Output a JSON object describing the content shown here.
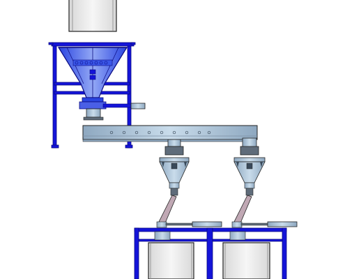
{
  "diagram": {
    "hopper_nameplate_text": "",
    "colors": {
      "frame_blue": "#1414d9",
      "hopper_blue": "#3a56e8",
      "hopper_light": "#8aa0f2",
      "metal": "#a9c3da",
      "metal_dark": "#5f6c7a",
      "bag": "#ececec",
      "outline": "#202020",
      "pipe": "#c0a8b4"
    },
    "components": {
      "supply_bag": "bulk-bag-discharger-supply-bag",
      "frame": "discharger-frame",
      "hopper": "discharge-hopper",
      "screw_conveyor": "horizontal-screw-conveyor",
      "filler_heads": 2,
      "receiving_bags": 2,
      "filling_stations": 2
    }
  }
}
